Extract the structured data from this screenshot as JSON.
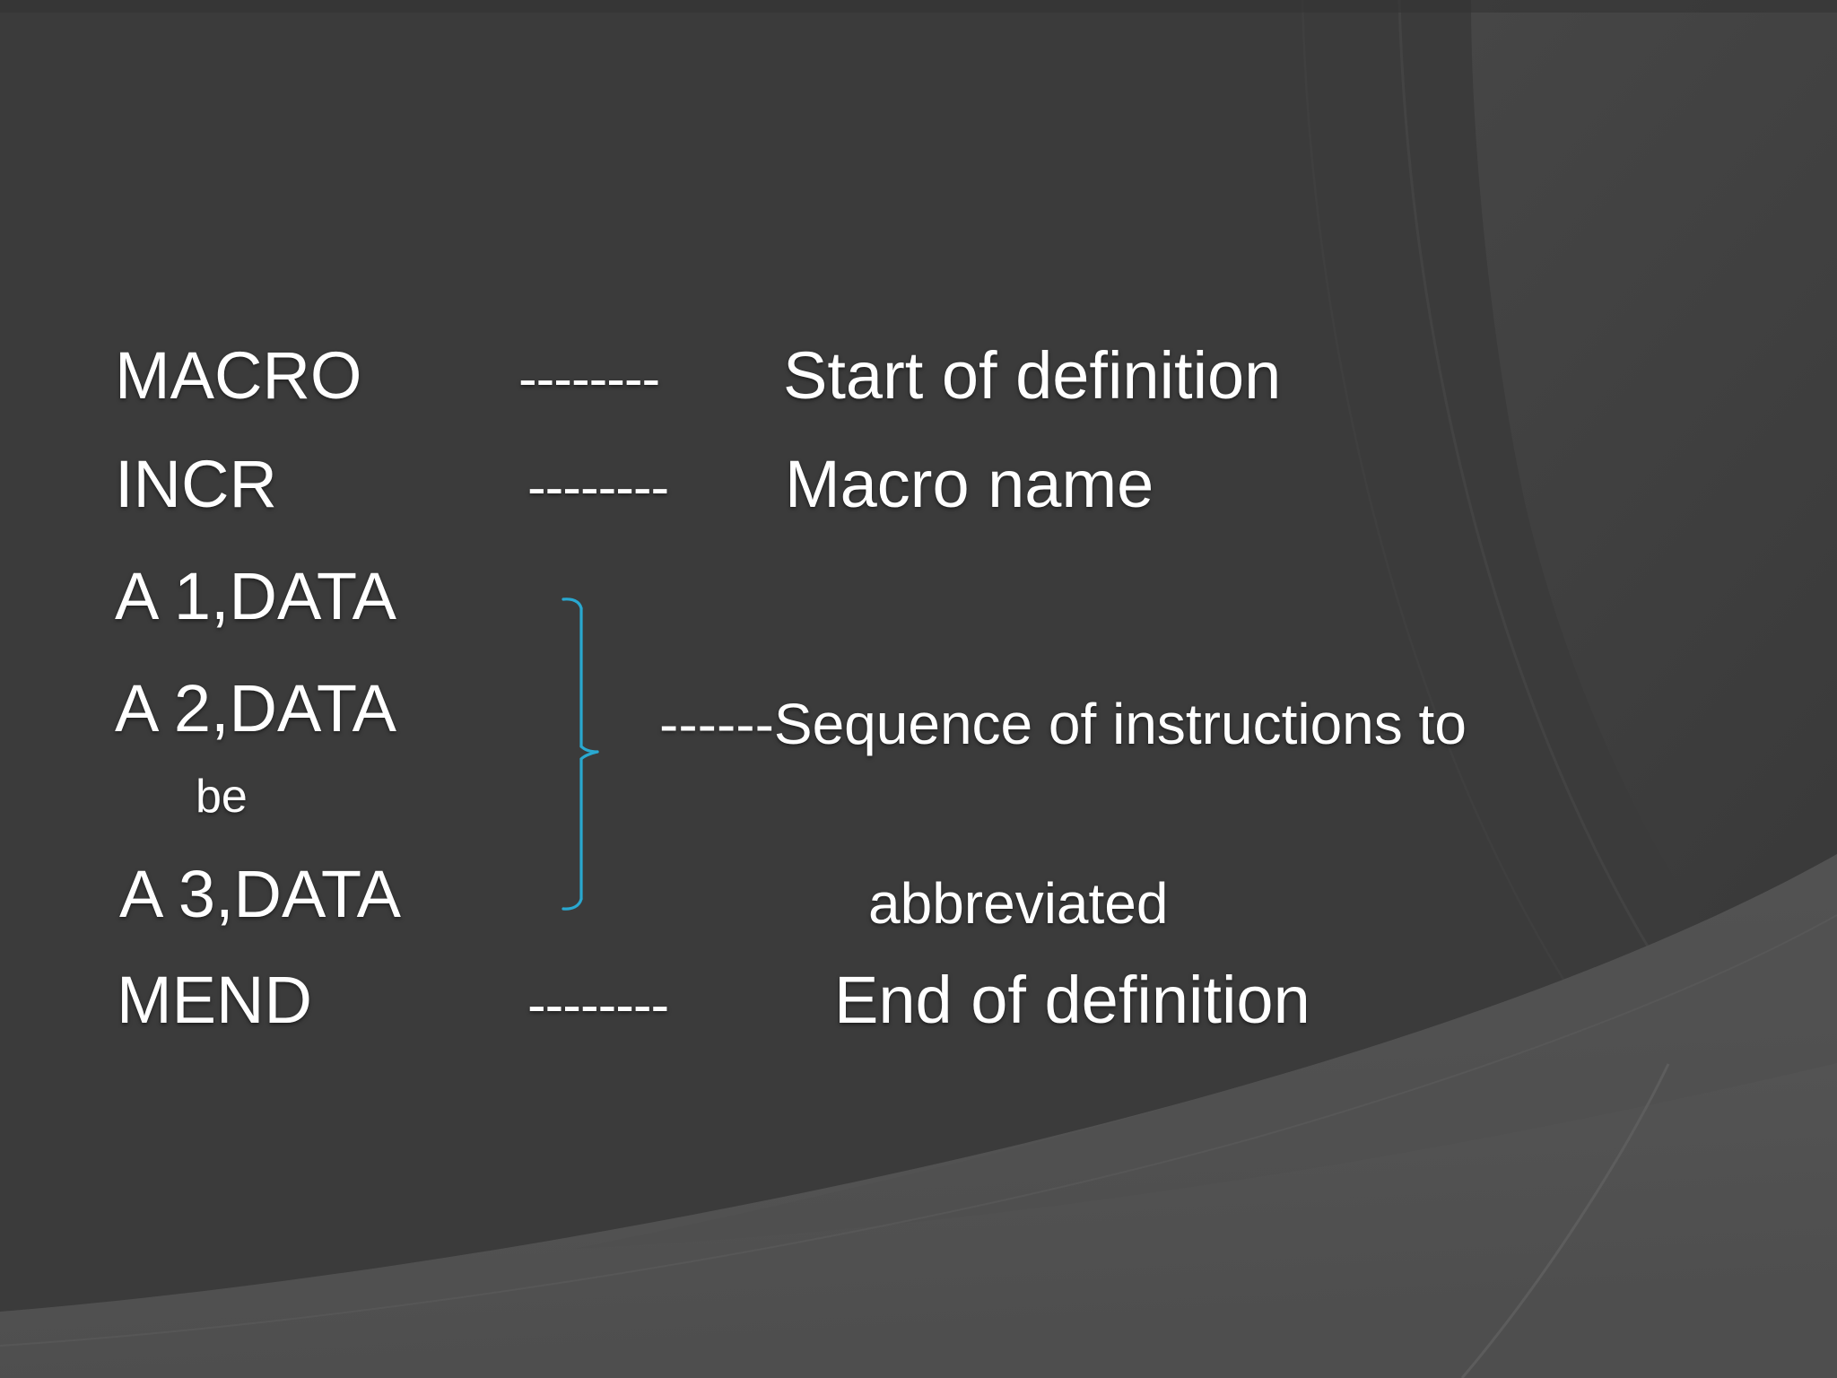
{
  "slide": {
    "background_color": "#3b3b3b",
    "accent_color": "#29a8d0",
    "text_color": "#ffffff",
    "sweep_dark_color": "#333333",
    "sweep_light_color": "#575757",
    "sweep_mid_color": "#454545"
  },
  "lines": [
    {
      "keyword": "MACRO",
      "separator": "--------",
      "description": "Start of definition"
    },
    {
      "keyword": "INCR",
      "separator": "--------",
      "description": "Macro name"
    },
    {
      "keyword": "A 1,DATA",
      "separator": "",
      "description": ""
    },
    {
      "keyword": "A 2,DATA",
      "separator": "",
      "description": "------Sequence of instructions to"
    },
    {
      "keyword": "be",
      "separator": "",
      "description": ""
    },
    {
      "keyword": "A 3,DATA",
      "separator": "",
      "description": "abbreviated"
    },
    {
      "keyword": "MEND",
      "separator": "--------",
      "description": "End of definition"
    }
  ],
  "bracket": {
    "name": "instruction-group-bracket",
    "color": "#29a8d0",
    "spans_lines": [
      "A 1,DATA",
      "A 2,DATA",
      "A 3,DATA"
    ]
  }
}
